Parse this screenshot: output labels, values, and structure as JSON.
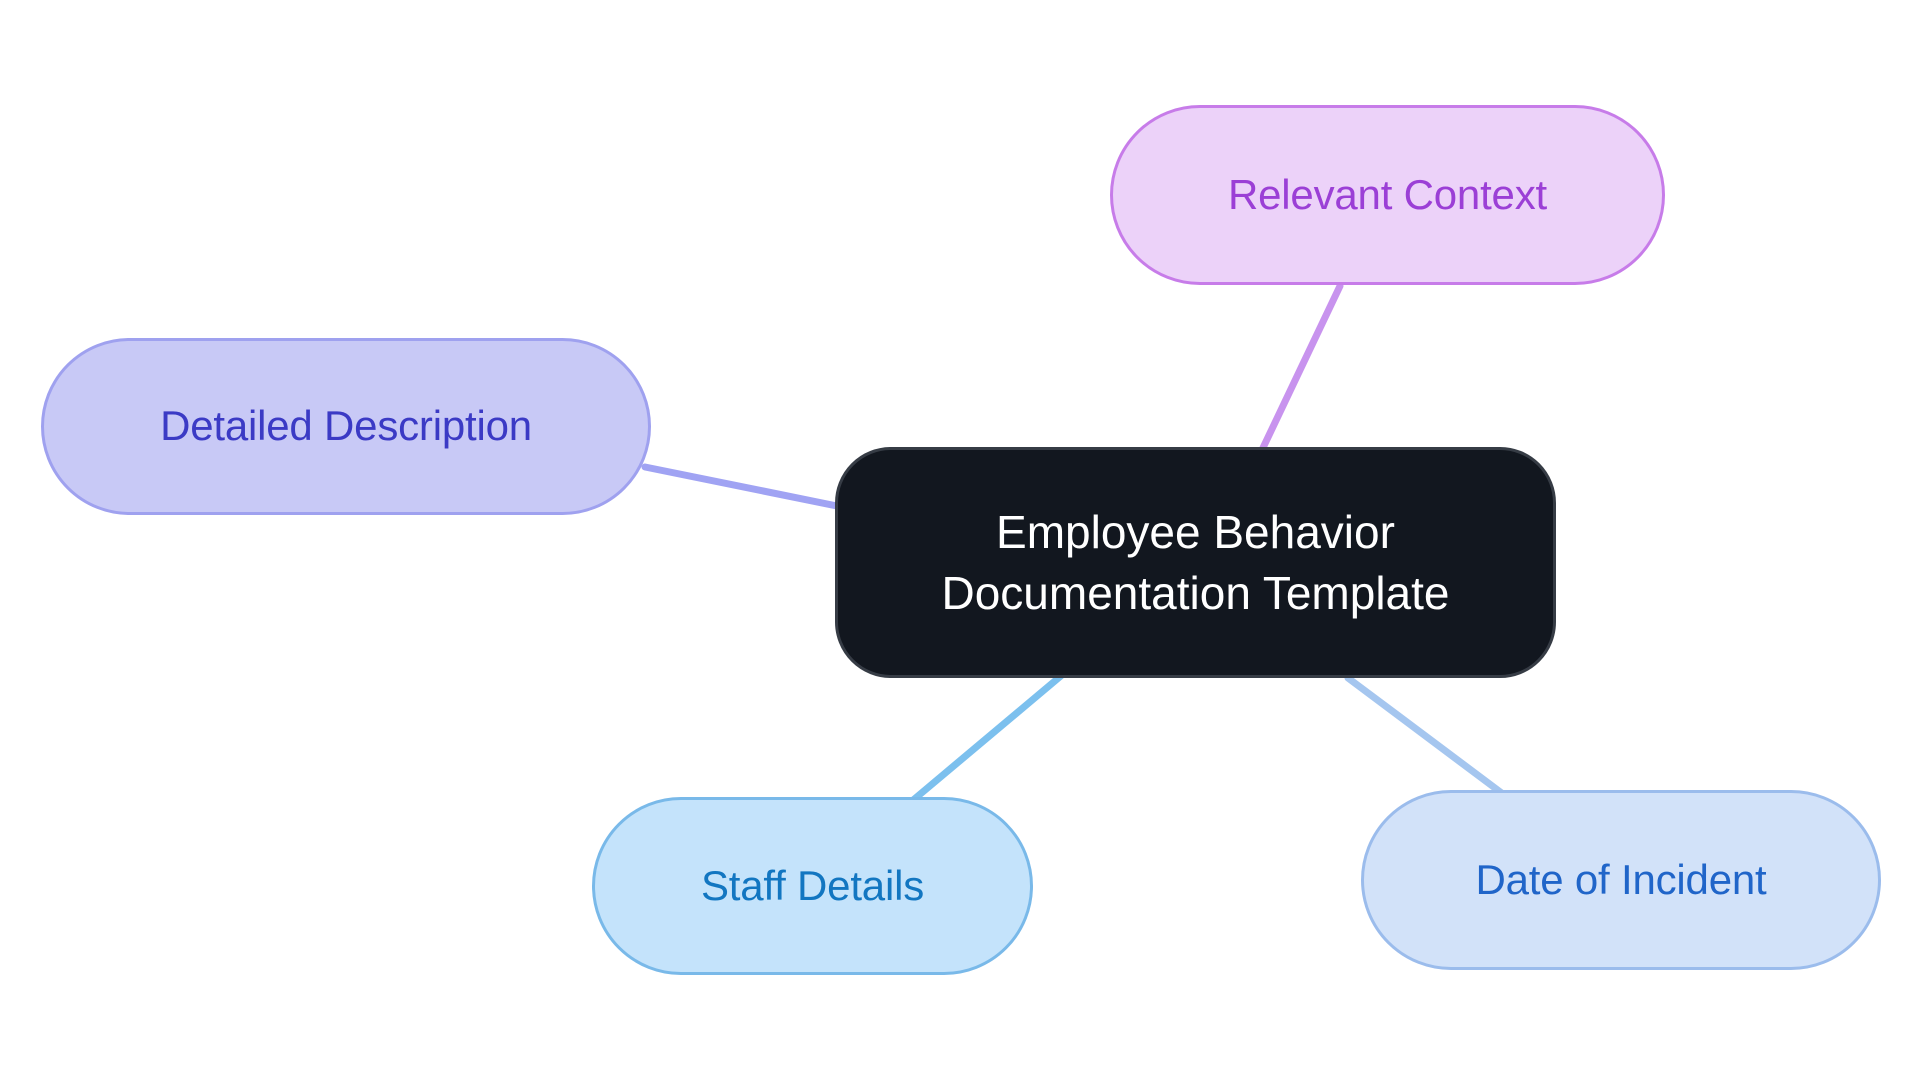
{
  "diagram": {
    "type": "mindmap",
    "background_color": "#ffffff",
    "center": {
      "id": "employee-behavior-documentation-template",
      "label": "Employee Behavior Documentation Template",
      "fill_color": "#12171f",
      "border_color": "#363c45",
      "text_color": "#ffffff"
    },
    "branches": [
      {
        "id": "relevant-context",
        "label": "Relevant Context",
        "position": "top-right",
        "fill_color": "#ecd2f9",
        "border_color": "#c77ce9",
        "text_color": "#9b3fd6",
        "edge_color": "#c893ee"
      },
      {
        "id": "detailed-description",
        "label": "Detailed Description",
        "position": "left",
        "fill_color": "#c8c9f6",
        "border_color": "#9fa1ef",
        "text_color": "#3b3ac5",
        "edge_color": "#a0a3f3"
      },
      {
        "id": "staff-details",
        "label": "Staff Details",
        "position": "bottom-left",
        "fill_color": "#c4e3fb",
        "border_color": "#79b9e9",
        "text_color": "#1276c1",
        "edge_color": "#7cc0ee"
      },
      {
        "id": "date-of-incident",
        "label": "Date of Incident",
        "position": "bottom-right",
        "fill_color": "#d2e2f9",
        "border_color": "#9bbcec",
        "text_color": "#2065c9",
        "edge_color": "#a5c6ef"
      }
    ]
  }
}
